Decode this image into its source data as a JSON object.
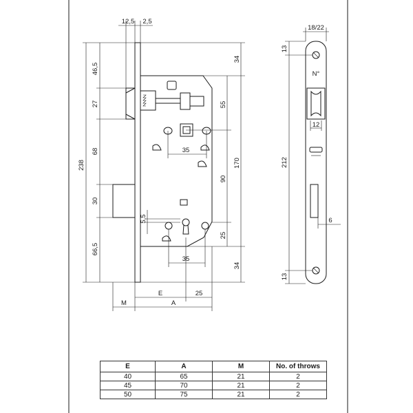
{
  "front_view": {
    "dims_top": [
      "12,5",
      "2,5"
    ],
    "dims_left": [
      "46,5",
      "27",
      "68",
      "30",
      "66,5"
    ],
    "dim_total_height": "238",
    "dims_right_outer": [
      "34",
      "55",
      "170",
      "90",
      "25",
      "34"
    ],
    "dim_follower_spacing": "35",
    "dim_key_spacing": "35",
    "dim_key_offset": "5,5",
    "dim_e": "E",
    "dim_25": "25",
    "dim_a": "A",
    "dim_m": "M"
  },
  "side_view": {
    "dim_width": "18/22",
    "dim_top": "13",
    "dim_height": "212",
    "dim_bottom": "13",
    "marking": "N°",
    "dim_square": "12",
    "dim_6": "6"
  },
  "table": {
    "headers": [
      "E",
      "A",
      "M",
      "No. of throws"
    ],
    "rows": [
      [
        "40",
        "65",
        "21",
        "2"
      ],
      [
        "45",
        "70",
        "21",
        "2"
      ],
      [
        "50",
        "75",
        "21",
        "2"
      ]
    ]
  }
}
